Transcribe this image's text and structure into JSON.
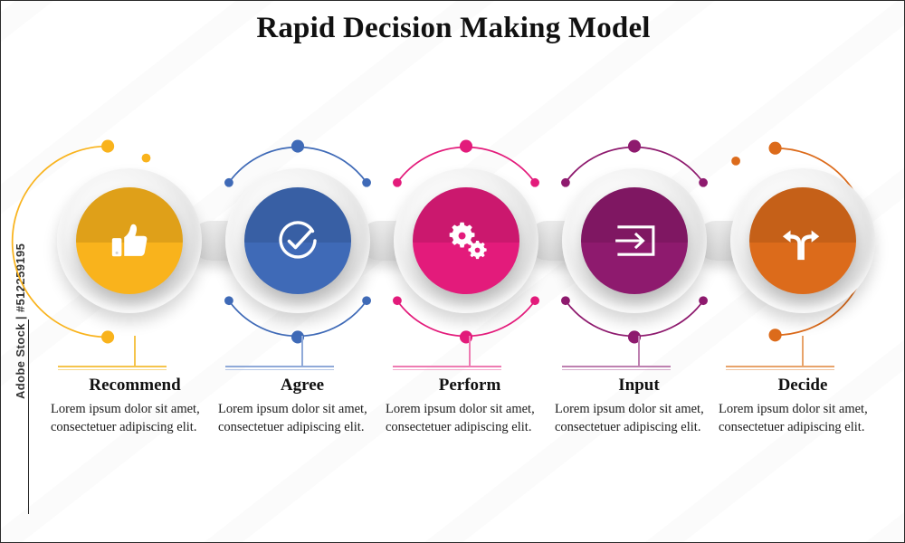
{
  "meta": {
    "title": "Rapid Decision Making Model",
    "credit": "Adobe Stock | #512259195"
  },
  "steps": [
    {
      "label": "Recommend",
      "body": "Lorem ipsum dolor sit amet, consectetuer adipiscing elit.",
      "icon": "thumbs-up-icon",
      "color": "#F9B31C",
      "line_color": "#F5C44B"
    },
    {
      "label": "Agree",
      "body": "Lorem ipsum dolor sit amet, consectetuer adipiscing elit.",
      "icon": "check-circle-icon",
      "color": "#3F6AB7",
      "line_color": "#8FA9D8"
    },
    {
      "label": "Perform",
      "body": "Lorem ipsum dolor sit amet, consectetuer adipiscing elit.",
      "icon": "gears-icon",
      "color": "#E31B7B",
      "line_color": "#EE7BB2"
    },
    {
      "label": "Input",
      "body": "Lorem ipsum dolor sit amet, consectetuer adipiscing elit.",
      "icon": "input-arrow-icon",
      "color": "#8E1A6E",
      "line_color": "#BE80B0"
    },
    {
      "label": "Decide",
      "body": "Lorem ipsum dolor sit amet, consectetuer adipiscing elit.",
      "icon": "road-fork-icon",
      "color": "#DC6B1B",
      "line_color": "#E8A36A"
    }
  ]
}
